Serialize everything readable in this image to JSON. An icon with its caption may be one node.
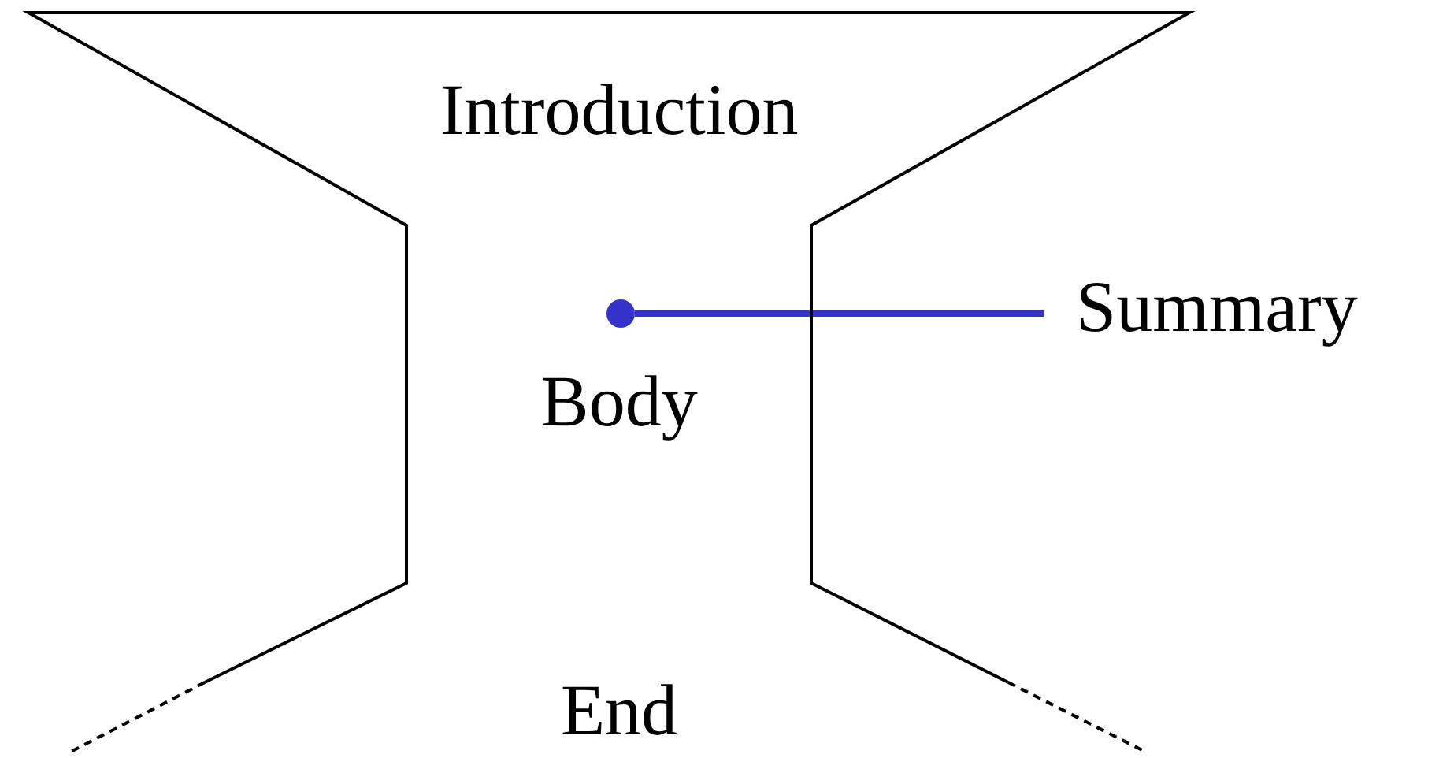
{
  "diagram": {
    "nodes": [
      {
        "text": [
          "Introduction",
          "Body",
          "End"
        ]
      },
      {
        "text": [],
        "shape": "circle",
        "in": 0
      },
      {
        "text": [
          "Summary"
        ]
      }
    ],
    "edges": [
      {
        "from": 2,
        "to": 1,
        "arrow": "none"
      }
    ]
  }
}
